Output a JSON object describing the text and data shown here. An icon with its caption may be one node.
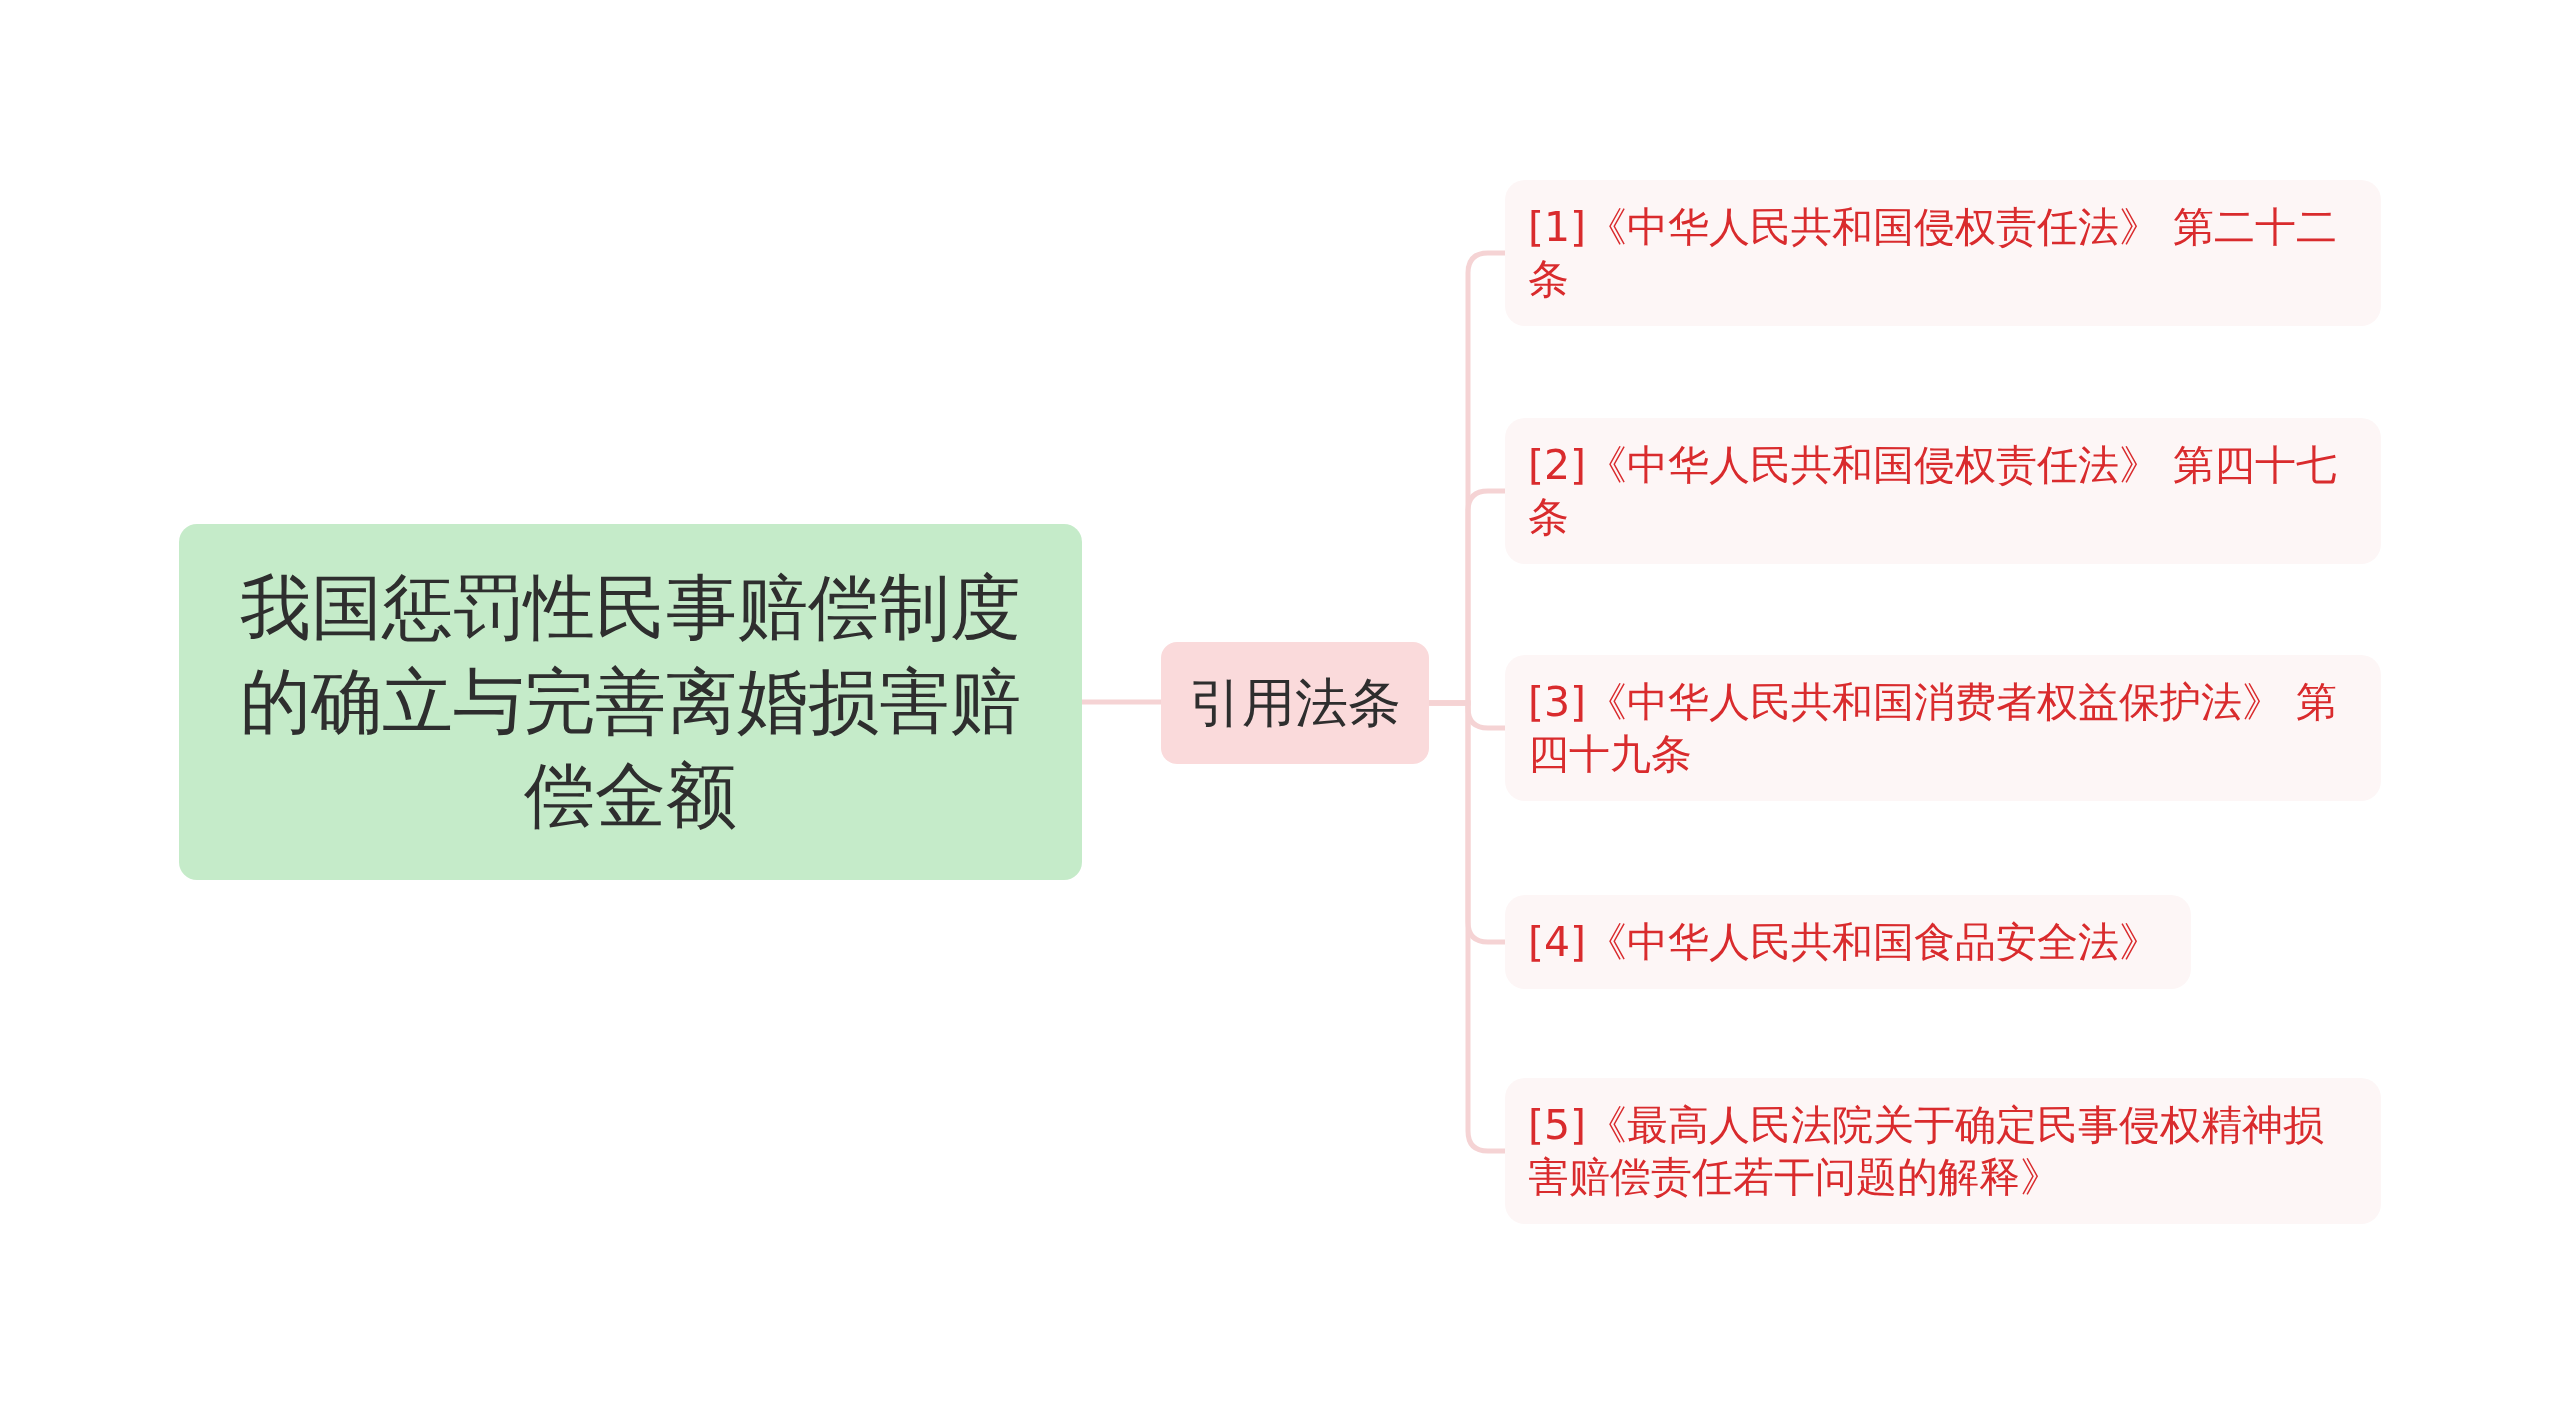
{
  "diagram": {
    "nodes": [
      {
        "text": [
          "我国惩罚性民事赔偿制度的确立与完善离婚损害赔偿金额"
        ]
      },
      {
        "text": [
          "引用法条"
        ]
      },
      {
        "text": [
          "[1]《中华人民共和国侵权责任法》 第二十二条"
        ]
      },
      {
        "text": [
          "[2]《中华人民共和国侵权责任法》 第四十七条"
        ]
      },
      {
        "text": [
          "[3]《中华人民共和国消费者权益保护法》 第四十九条"
        ]
      },
      {
        "text": [
          "[4]《中华人民共和国食品安全法》"
        ]
      },
      {
        "text": [
          "[5]《最高人民法院关于确定民事侵权精神损害赔偿责任若干问题的解释》"
        ]
      }
    ],
    "edges": [
      {
        "from": 0,
        "to": 1,
        "arrow": "none"
      },
      {
        "from": 1,
        "to": 2,
        "arrow": "none"
      },
      {
        "from": 1,
        "to": 3,
        "arrow": "none"
      },
      {
        "from": 1,
        "to": 4,
        "arrow": "none"
      },
      {
        "from": 1,
        "to": 5,
        "arrow": "none"
      },
      {
        "from": 1,
        "to": 6,
        "arrow": "none"
      }
    ]
  }
}
